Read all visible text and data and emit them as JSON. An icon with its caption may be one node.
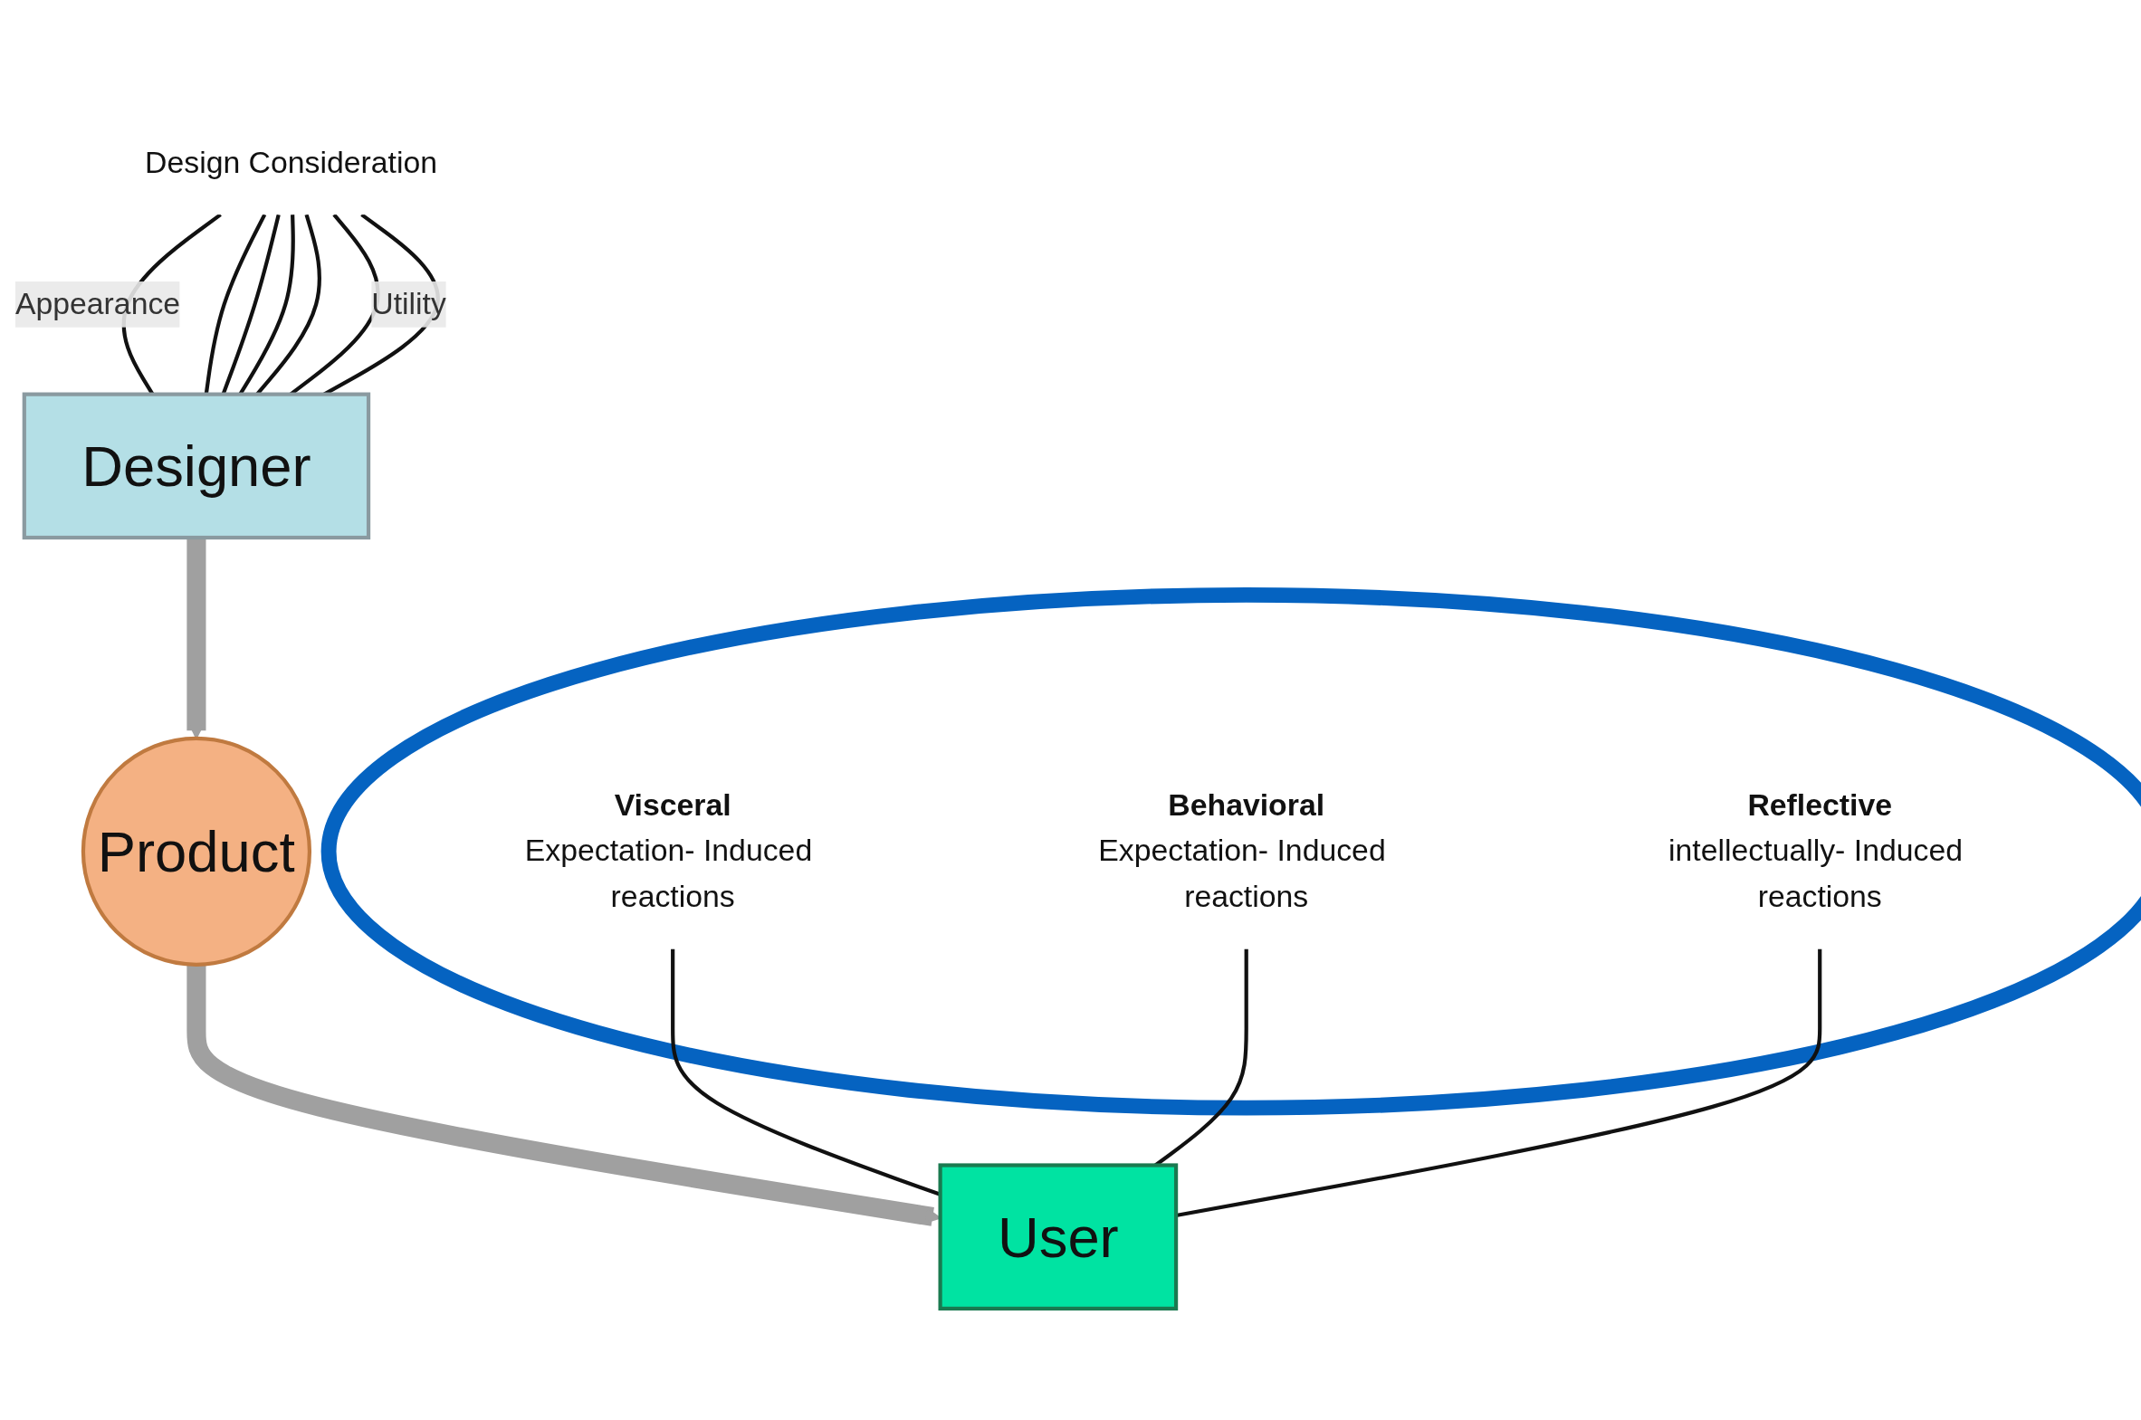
{
  "diagram": {
    "nodes": [
      {
        "text": [
          "Design Consideration"
        ]
      },
      {
        "text": [
          "Designer"
        ]
      },
      {
        "text": [
          "Product"
        ]
      },
      {
        "text": [],
        "shape": "circle"
      },
      {
        "text": [
          "Behavioral",
          "Expectation- Induced reactions"
        ],
        "in": 3
      },
      {
        "text": [
          "Visceral",
          "Expectation- Induced reactions"
        ],
        "in": 3
      },
      {
        "text": [
          "Reflective",
          "intellectually- Induced reactions"
        ],
        "in": 3
      },
      {
        "text": [
          "User"
        ]
      }
    ],
    "edges": [
      {
        "from": 0,
        "to": 1,
        "arrow": "none",
        "label": "Appearance"
      },
      {
        "from": 0,
        "to": 1,
        "arrow": "none"
      },
      {
        "from": 0,
        "to": 1,
        "arrow": "none"
      },
      {
        "from": 0,
        "to": 1,
        "arrow": "none"
      },
      {
        "from": 0,
        "to": 1,
        "arrow": "none"
      },
      {
        "from": 0,
        "to": 1,
        "arrow": "none",
        "label": "Utility"
      },
      {
        "from": 0,
        "to": 1,
        "arrow": "none"
      },
      {
        "from": 1,
        "to": 2,
        "arrow": "to",
        "style": "thick",
        "color": "#a0a0a0"
      },
      {
        "from": 2,
        "to": 7,
        "arrow": "to",
        "style": "thick",
        "color": "#a0a0a0"
      },
      {
        "from": 5,
        "to": 7,
        "arrow": "none"
      },
      {
        "from": 4,
        "to": 7,
        "arrow": "none"
      },
      {
        "from": 6,
        "to": 7,
        "arrow": "none"
      }
    ]
  }
}
